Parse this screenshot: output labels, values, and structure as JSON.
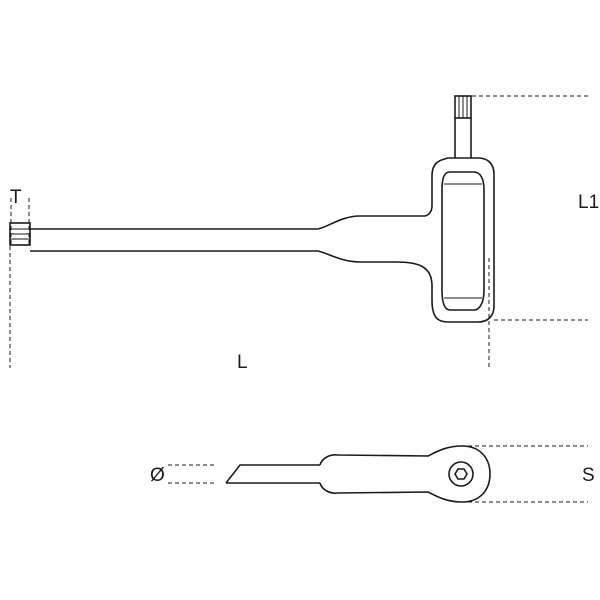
{
  "drawing": {
    "labels": {
      "t": "T",
      "l1": "L1",
      "l": "L",
      "diameter": "Ø",
      "s": "S"
    },
    "colors": {
      "line": "#1a1a1a",
      "background": "#ffffff"
    }
  }
}
